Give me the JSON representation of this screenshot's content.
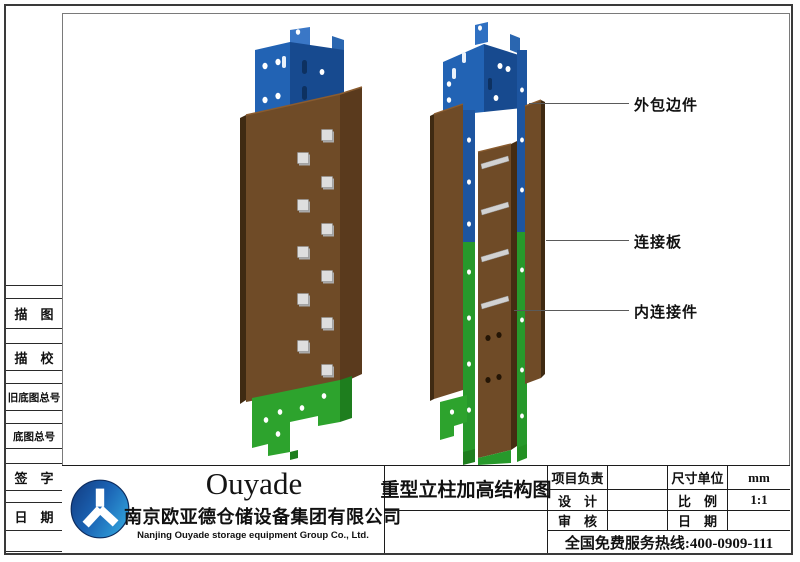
{
  "sheet": {
    "left_strip": {
      "rows": [
        {
          "label": "描　图"
        },
        {
          "label": "描　校"
        },
        {
          "label": "旧底图总号"
        },
        {
          "label": "底图总号"
        },
        {
          "label": "签　字"
        },
        {
          "label": "日　期"
        }
      ]
    },
    "annotations": {
      "outer_wrap": "外包边件",
      "connect_plate": "连接板",
      "inner_connector": "内连接件"
    },
    "title_block": {
      "brand": "Ouyade",
      "company_cn": "南京欧亚德仓储设备集团有限公司",
      "company_en": "Nanjing Ouyade storage equipment Group Co., Ltd.",
      "drawing_title": "重型立柱加高结构图",
      "fields": {
        "project_lead_label": "项目负责",
        "project_lead_value": "",
        "design_label": "设　计",
        "design_value": "",
        "review_label": "审　核",
        "review_value": "",
        "unit_label": "尺寸单位",
        "unit_value": "mm",
        "scale_label": "比　例",
        "scale_value": "1:1",
        "date_label": "日　期",
        "date_value": ""
      },
      "hotline": "全国免费服务热线:400-0909-111"
    },
    "colors": {
      "column_blue": "#2263b4",
      "column_blue_dark": "#174a8f",
      "column_green": "#2da32d",
      "column_green_dark": "#1d7a1d",
      "plate_brown": "#6f4b27",
      "plate_brown_dark": "#3f2a12",
      "bolt_silver": "#d7d7d7",
      "logo_blue_dark": "#123a7e",
      "logo_blue_light": "#2e9ad6",
      "frame_line": "#3a3a3a"
    }
  }
}
